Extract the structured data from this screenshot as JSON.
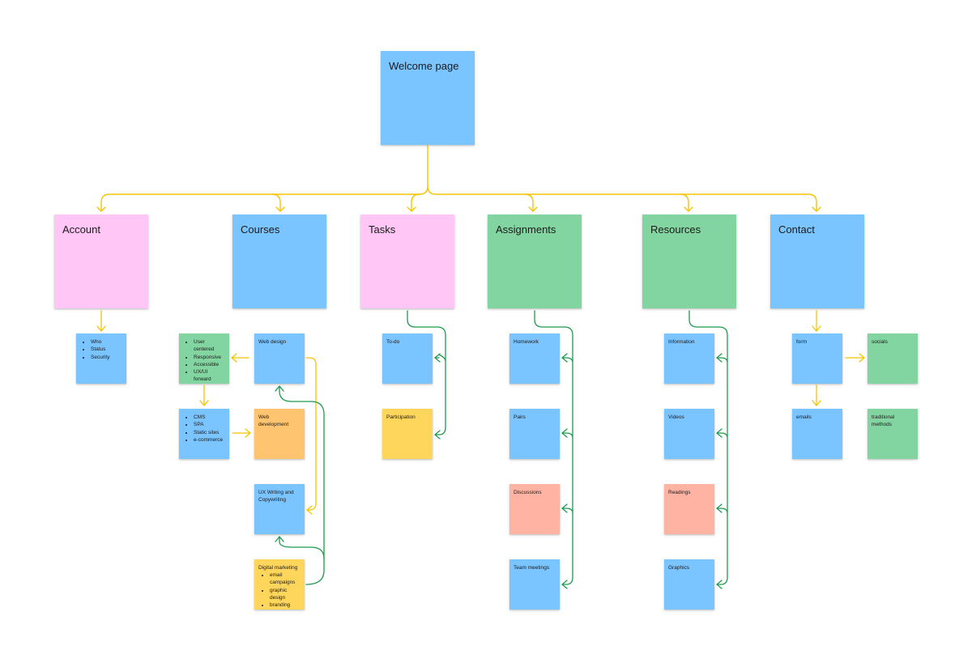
{
  "colors": {
    "blue": "#7ac4ff",
    "pink": "#ffc6f6",
    "green": "#82d5a0",
    "orange": "#ffc470",
    "yellow": "#ffd65c",
    "salmon": "#ffb3a2",
    "connector_yellow": "#f5c400",
    "connector_green": "#1f9a4e"
  },
  "root": {
    "title": "Welcome page"
  },
  "sections": {
    "account": {
      "title": "Account"
    },
    "courses": {
      "title": "Courses"
    },
    "tasks": {
      "title": "Tasks"
    },
    "assignments": {
      "title": "Assignments"
    },
    "resources": {
      "title": "Resources"
    },
    "contact": {
      "title": "Contact"
    }
  },
  "notes": {
    "account_details": {
      "items": [
        "Who",
        "Status",
        "Security"
      ]
    },
    "web_design": {
      "label": "Web design"
    },
    "web_design_principles": {
      "items": [
        "User centered",
        "Responsive",
        "Accessible",
        "UX/UI forward"
      ]
    },
    "web_dev_types": {
      "items": [
        "CMS",
        "SPA",
        "Static sites",
        "e-commerce"
      ]
    },
    "web_development": {
      "label": "Web development"
    },
    "ux_writing": {
      "label": "UX Writing and Copywriting"
    },
    "digital_marketing": {
      "label": "Digital marketing",
      "items": [
        "email campaigns",
        "graphic design",
        "branding"
      ]
    },
    "todo": {
      "label": "To-do"
    },
    "participation": {
      "label": "Participation"
    },
    "homework": {
      "label": "Homework"
    },
    "pairs": {
      "label": "Pairs"
    },
    "discussions": {
      "label": "Discussions"
    },
    "team_meetings": {
      "label": "Team meetings"
    },
    "information": {
      "label": "Information"
    },
    "videos": {
      "label": "Videos"
    },
    "readings": {
      "label": "Readings"
    },
    "graphics": {
      "label": "Graphics"
    },
    "form": {
      "label": "form"
    },
    "socials": {
      "label": "socials"
    },
    "emails": {
      "label": "emails"
    },
    "traditional_methods": {
      "label": "traditional methods"
    }
  }
}
